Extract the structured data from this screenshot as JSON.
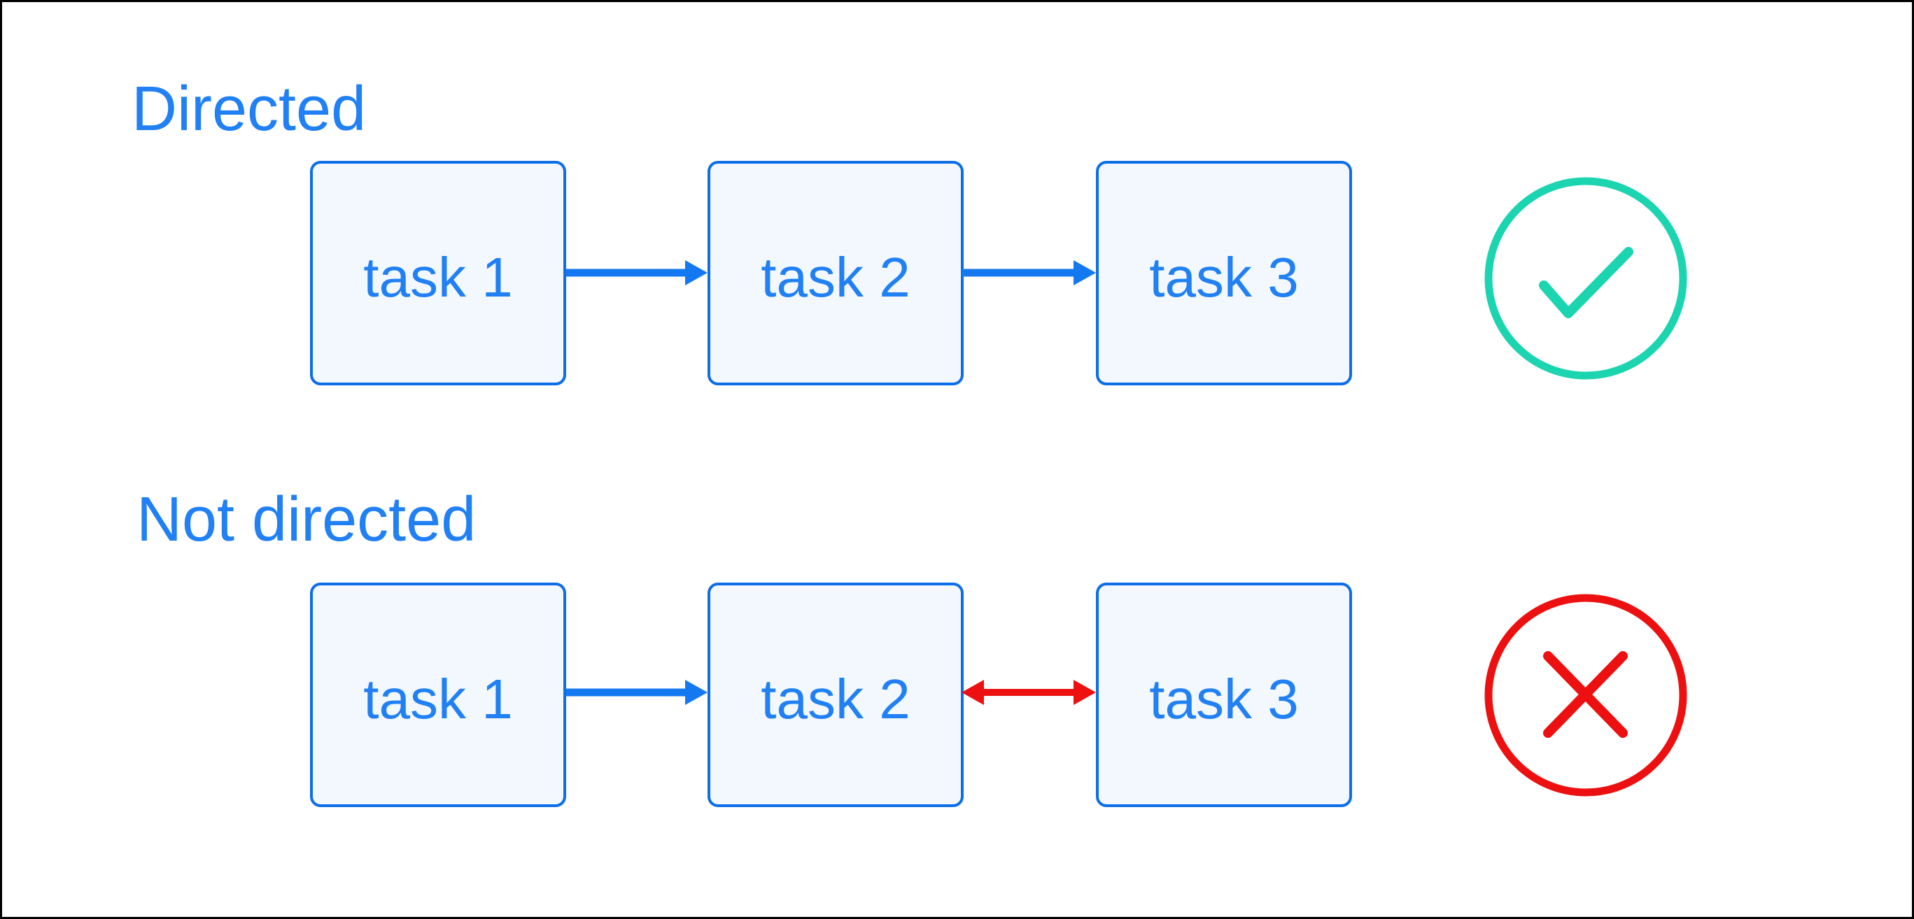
{
  "diagram": {
    "sections": [
      {
        "label": "Directed",
        "nodes": [
          "task 1",
          "task 2",
          "task 3"
        ],
        "edges": [
          {
            "from": "task 1",
            "to": "task 2",
            "style": "one-way-arrow",
            "color": "#1478F0"
          },
          {
            "from": "task 2",
            "to": "task 3",
            "style": "one-way-arrow",
            "color": "#1478F0"
          }
        ],
        "badge": {
          "icon": "check-circle",
          "color": "#1BD4B0"
        }
      },
      {
        "label": "Not directed",
        "nodes": [
          "task 1",
          "task 2",
          "task 3"
        ],
        "edges": [
          {
            "from": "task 1",
            "to": "task 2",
            "style": "one-way-arrow",
            "color": "#1478F0"
          },
          {
            "from": "task 2",
            "to": "task 3",
            "style": "two-way-arrow",
            "color": "#ED1010"
          }
        ],
        "badge": {
          "icon": "cross-circle",
          "color": "#ED1010"
        }
      }
    ],
    "colors": {
      "node_border": "#0D6EE8",
      "node_fill": "#F2F8FD",
      "node_text": "#2080F4",
      "label_text": "#2080F4",
      "arrow_blue": "#1478F0",
      "check_teal": "#1BD4B0",
      "cross_red": "#ED1010",
      "frame": "#000000"
    }
  }
}
